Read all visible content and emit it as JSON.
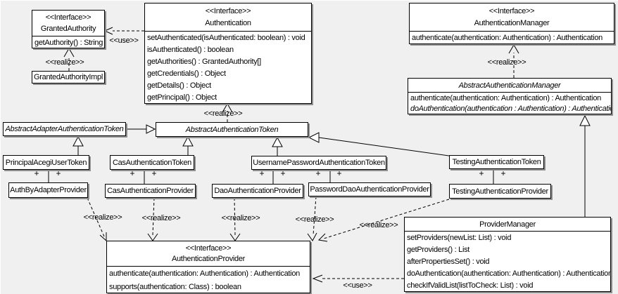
{
  "palette": {
    "background": "#f0f0f0",
    "box_fill": "#ffffff",
    "border": "#000000",
    "shadow": "#8f8f8f"
  },
  "labels": {
    "use": "<<use>>",
    "realize": "<<realize>>",
    "plus": "+"
  },
  "classes": {
    "granted_authority": {
      "stereotype": "<<Interface>>",
      "name": "GrantedAuthority",
      "methods": [
        "getAuthority() : String"
      ]
    },
    "granted_authority_impl": {
      "name": "GrantedAuthorityImpl"
    },
    "authentication": {
      "stereotype": "<<Interface>>",
      "name": "Authentication",
      "methods": [
        "setAuthenticated(isAuthenticated: boolean) : void",
        "isAuthenticated() : boolean",
        "getAuthorities() : GrantedAuthority[]",
        "getCredentials() : Object",
        "getDetails() : Object",
        "getPrincipal() : Object"
      ]
    },
    "authentication_manager": {
      "stereotype": "<<Interface>>",
      "name": "AuthenticationManager",
      "methods": [
        "authenticate(authentication: Authentication) : Authentication"
      ]
    },
    "abstract_authentication_manager": {
      "name": "AbstractAuthenticationManager",
      "methods": [
        "authenticate(authentication: Authentication) : Authentication",
        "doAuthentication(authentication : Authentication) : Authentication"
      ]
    },
    "abstract_adapter_authentication_token": {
      "name": "AbstractAdapterAuthenticationToken"
    },
    "abstract_authentication_token": {
      "name": "AbstractAuthenticationToken"
    },
    "principal_acegi_user_token": {
      "name": "PrincipalAcegiUserToken"
    },
    "cas_authentication_token": {
      "name": "CasAuthenticationToken"
    },
    "username_password_authentication_token": {
      "name": "UsernamePasswordAuthenticationToken"
    },
    "testing_authentication_token": {
      "name": "TestingAuthenticationToken"
    },
    "auth_by_adapter_provider": {
      "name": "AuthByAdapterProvider"
    },
    "cas_authentication_provider": {
      "name": "CasAuthenticationProvider"
    },
    "dao_authentication_provider": {
      "name": "DaoAuthenticationProvider"
    },
    "password_dao_authentication_provider": {
      "name": "PasswordDaoAuthenticationProvider"
    },
    "testing_authentication_provider": {
      "name": "TestingAuthenticationProvider"
    },
    "authentication_provider": {
      "stereotype": "<<Interface>>",
      "name": "AuthenticationProvider",
      "methods": [
        "authenticate(authentication: Authentication) : Authentication",
        "supports(authentication: Class) : boolean"
      ]
    },
    "provider_manager": {
      "name": "ProviderManager",
      "methods": [
        "setProviders(newList: List) : void",
        "getProviders() : List",
        "afterPropertiesSet() : void",
        "doAuthentication(authentication: Authentication) : Authentication",
        "checkIfValidList(listToCheck: List) : void"
      ]
    }
  }
}
